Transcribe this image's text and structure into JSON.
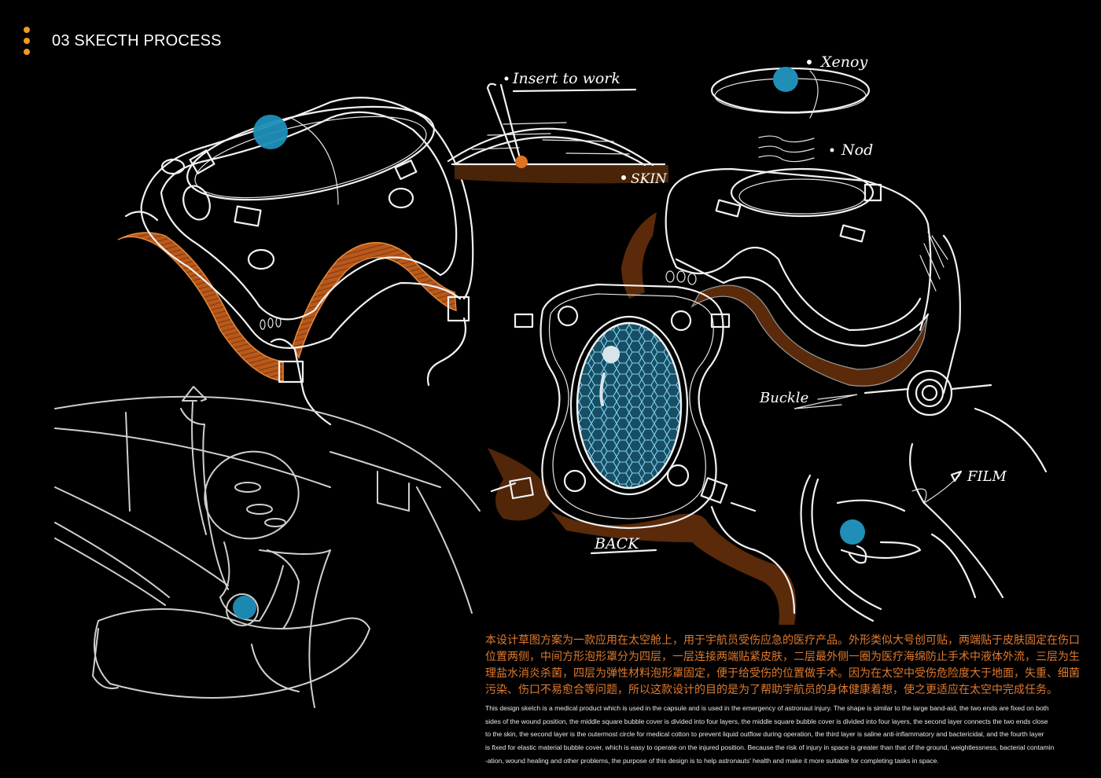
{
  "header": {
    "title": "03 SKECTH PROCESS",
    "bullet_icon": "vertical-dots-icon",
    "accent_color": "#f39a1f"
  },
  "annotations": {
    "insert_to_work": "Insert to work",
    "xenoy": "Xenoy",
    "nod": "Nod",
    "skin": "SKIN",
    "buckle": "Buckle",
    "film": "FILM",
    "back": "BACK"
  },
  "colors": {
    "background": "#000000",
    "sketch_line": "#f2f2f2",
    "highlight_blue": "#1f8fb8",
    "bubble_blue": "#1a5a73",
    "band_orange": "#c2621f",
    "band_brown": "#5a2a0a",
    "cn_text": "#e07a2e",
    "en_text": "#e8e8e8"
  },
  "description": {
    "cn_lines": [
      "本设计草图方案为一款应用在太空舱上，用于宇航员受伤应急的医疗产品。外形类似大号创可贴，两端贴于皮肤固定在伤口",
      "位置两侧，中间方形泡形罩分为四层，一层连接两端贴紧皮肤，二层最外侧一圈为医疗海绵防止手术中液体外流，三层为生",
      "理盐水消炎杀菌，四层为弹性材料泡形罩固定，便于给受伤的位置做手术。因为在太空中受伤危险度大于地面，失重、细菌",
      "污染、伤口不易愈合等问题，所以这款设计的目的是为了帮助宇航员的身体健康着想，使之更适应在太空中完成任务。"
    ],
    "en_lines": [
      "This design sketch is a medical product which is used in the capsule and is used in the emergency of astronaut injury. The shape is similar to the large band-aid, the two ends are fixed on both",
      "sides of the wound position, the middle square bubble cover is divided into four layers, the middle square bubble cover is divided into four layers, the second layer connects the two ends close",
      "to the skin, the second layer is the outermost circle for medical cotton to prevent liquid outflow during operation, the third layer is saline anti-inflammatory and bactericidal, and the fourth layer",
      "is fixed for elastic material bubble cover, which is easy to operate on the injured position. Because the risk of injury in space is greater than that of the ground, weightlessness, bacterial contamin",
      "-ation, wound healing and other problems, the purpose of this design is to help astronauts' health and make it more suitable for completing tasks in space."
    ]
  }
}
